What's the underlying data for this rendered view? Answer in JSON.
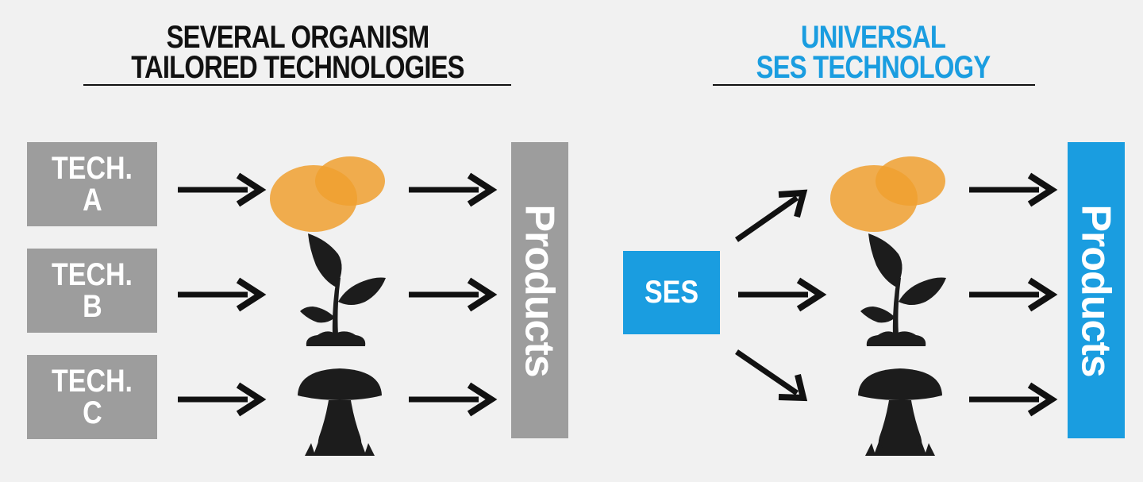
{
  "colors": {
    "background": "#f1f1f1",
    "tech_box": "#9d9d9d",
    "blue": "#1a9de0",
    "orange": "#f0a030",
    "icon": "#1c1c1c",
    "arrow": "#111111"
  },
  "left": {
    "heading_line1": "SEVERAL ORGANISM",
    "heading_line2": "TAILORED TECHNOLOGIES",
    "techs": [
      {
        "line1": "TECH.",
        "line2": "A"
      },
      {
        "line1": "TECH.",
        "line2": "B"
      },
      {
        "line1": "TECH.",
        "line2": "C"
      }
    ],
    "products_label": "Products"
  },
  "right": {
    "heading_line1": "UNIVERSAL",
    "heading_line2": "SES TECHNOLOGY",
    "ses_label": "SES",
    "products_label": "Products"
  },
  "icons": [
    "cells-icon",
    "plant-icon",
    "mushroom-icon"
  ]
}
